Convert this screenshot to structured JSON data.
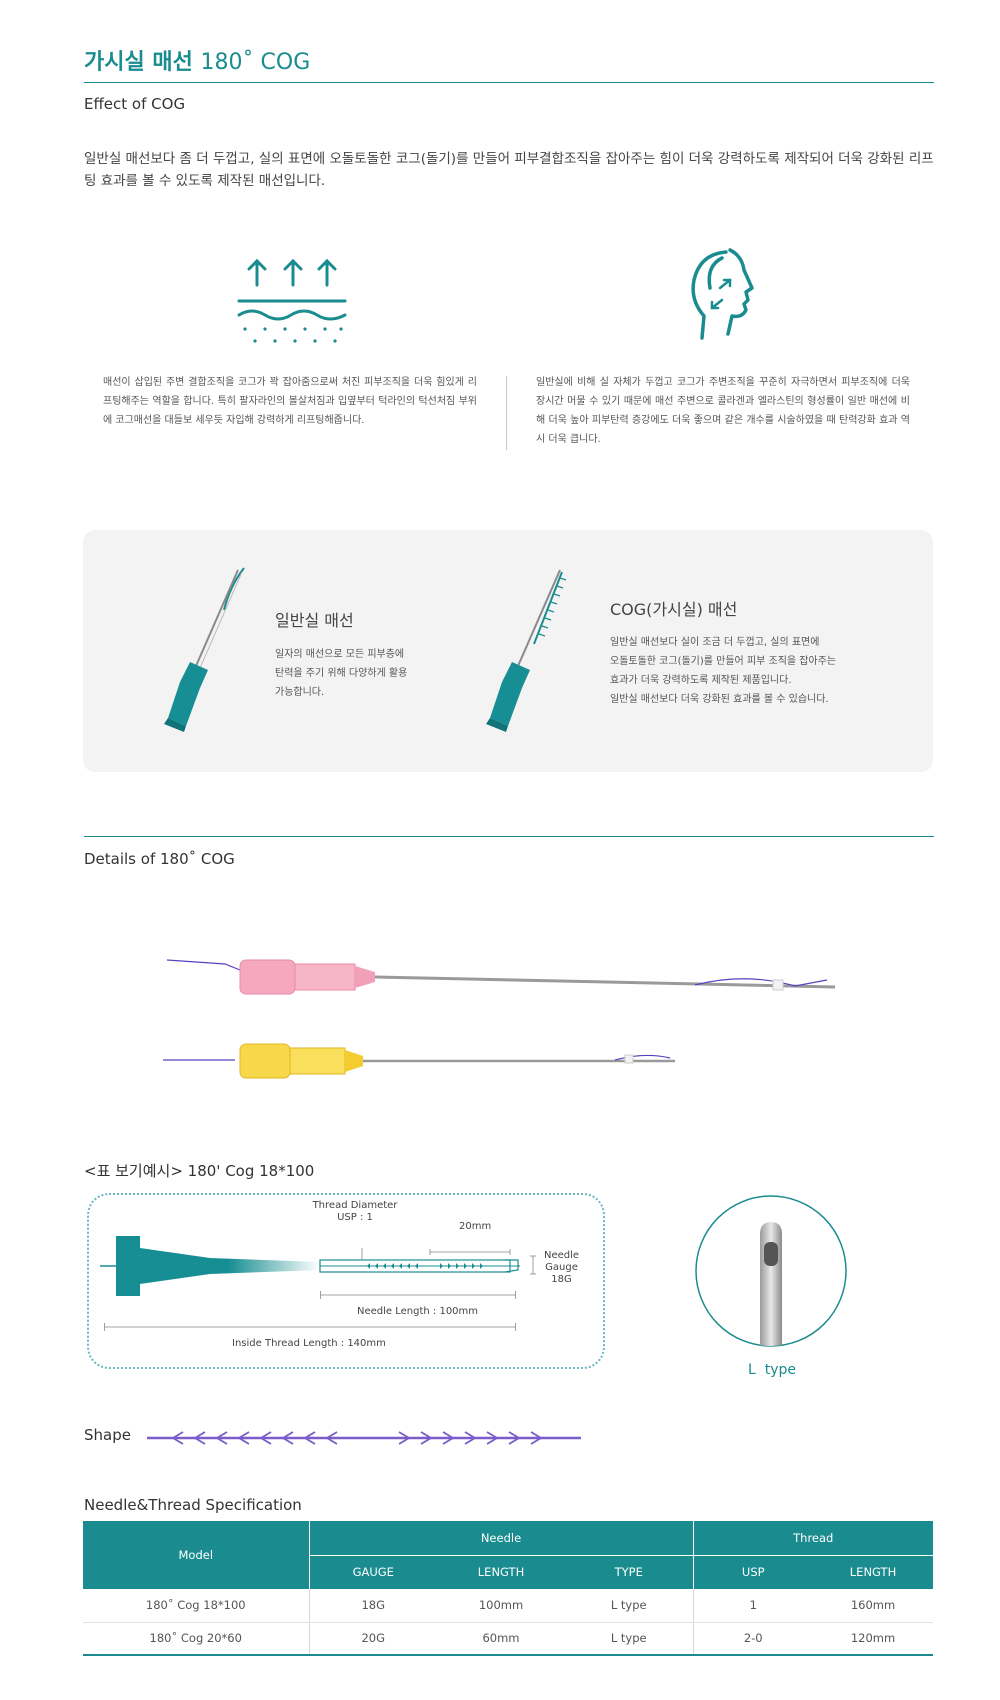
{
  "header": {
    "title_kr": "가시실 매선",
    "title_en": "180˚ COG",
    "section_effect": "Effect of COG"
  },
  "intro": {
    "text": "일반실 매선보다 좀 더 두껍고, 실의 표면에 오돌토돌한 코그(돌기)를 만들어 피부결합조직을 잡아주는 힘이 더욱 강력하도록 제작되어 더욱 강화된 리프팅 효과를 볼 수 있도록 제작된 매선입니다."
  },
  "effects": [
    {
      "icon": "skin-lift-icon",
      "text": "매선이 삽입된 주변 결합조직을 코그가 꽉 잡아줌으로써 처진 피부조직을 더욱 힘있게 리프팅해주는 역할을 합니다. 특히 팔자라인의 볼살처짐과 입옆부터 턱라인의 턱선처짐 부위에 코그매선을 대들보 세우듯 자입해 강력하게 리프팅해줍니다."
    },
    {
      "icon": "face-profile-icon",
      "text": "일반실에 비해 실 자체가 두껍고 코그가 주변조직을 꾸준히 자극하면서 피부조직에 더욱 장시간 머물 수 있기 때문에 매선 주변으로 콜라겐과 엘라스틴의 형성률이 일반 매선에 비해 더욱 높아 피부탄력 증강에도 더욱 좋으며 같은 개수를 시술하였을 때 탄력강화 효과 역시 더욱 큽니다."
    }
  ],
  "comparison": [
    {
      "icon": "plain-thread-needle-icon",
      "heading": "일반실 매선",
      "lines": [
        "일자의 매선으로 모든 피부층에",
        "탄력을 주기 위해 다양하게 활용",
        "가능합니다."
      ]
    },
    {
      "icon": "cog-thread-needle-icon",
      "heading": "COG(가시실) 매선",
      "lines": [
        "일반실 매선보다 실이 조금 더 두껍고, 실의 표면에",
        "오돌토돌한 코그(돌기)를 만들어 피부 조직을 잡아주는",
        "효과가 더욱 강력하도록 제작된 제품입니다.",
        "일반실 매선보다 더욱 강화된 효과를 볼 수 있습니다."
      ]
    }
  ],
  "details": {
    "heading": "Details of 180˚ COG",
    "example_label": "<표 보기예시> 180' Cog 18*100",
    "diagram": {
      "thread_diameter": "Thread Diameter",
      "usp": "USP : 1",
      "cog_length": "20mm",
      "needle_gauge_1": "Needle",
      "needle_gauge_2": "Gauge",
      "needle_gauge_3": "18G",
      "needle_length": "Needle Length : 100mm",
      "inside_length": "Inside Thread Length : 140mm"
    },
    "tip_type": "L  type",
    "shape_label": "Shape"
  },
  "spec": {
    "heading": "Needle&Thread Specification",
    "group_model": "Model",
    "group_needle": "Needle",
    "group_thread": "Thread",
    "cols": [
      "GAUGE",
      "LENGTH",
      "TYPE",
      "USP",
      "LENGTH"
    ],
    "rows": [
      [
        "180˚ Cog 18*100",
        "18G",
        "100mm",
        "L type",
        "1",
        "160mm"
      ],
      [
        "180˚ Cog 20*60",
        "20G",
        "60mm",
        "L type",
        "2-0",
        "120mm"
      ]
    ]
  },
  "colors": {
    "accent": "#1a8c8f",
    "pink_hub": "#f29bb4",
    "yellow_hub": "#f4d23a",
    "thread_purple": "#7b5cc9"
  }
}
